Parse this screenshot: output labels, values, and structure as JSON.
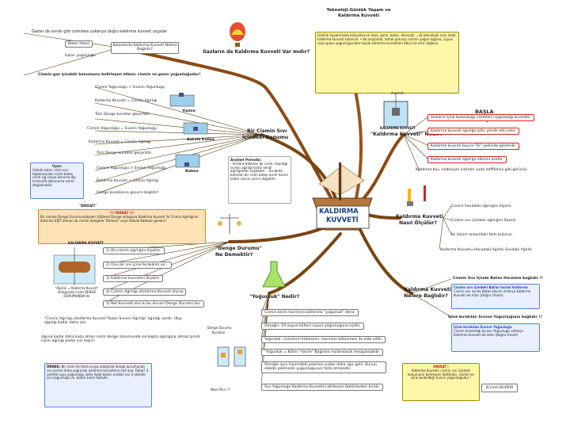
{
  "title_top": "Teknoloji-Günlük Yaşam ve Kaldırma Kuvveti",
  "top_note": "Günlük hayatımızda kolaylıkla en azak, gemi, balon, denizaltı ...vb teknolojik araç larda kaldırma kuvveti kullanılır. • Ve araçlarda; temel prensip cisimin yoğun luğuna, suyun veya gazın yoğunluğundan küçük kaldırma kuvvetinin etkisi ile artır sağlanır.",
  "start": {
    "label1": "BAŞLA",
    "label2": ":)"
  },
  "center": {
    "line1": "KALDIRMA",
    "line2": "KUVVETİ"
  },
  "left_top": {
    "header": "Gazlar da sıvılar gibi cisimlere yukarıya doğru kaldırma kuvveti uygular",
    "balloon_label": "Balon İdeali",
    "balloon_sub": "Balonlarda Kaldırma Kuvveti Nelere Bağlıdır?",
    "gas_density": "Gazın yoğunluğu",
    "branch": "Gazların da Kaldırma Kuvveti Var mıdır?",
    "footer": "Cismin gaz içindeki konumunu belirleyen etken; cismin ve gazın yoğunluğudur!"
  },
  "liquid_pos": {
    "branch_line1": "Bir Cismin Sıvı",
    "branch_line2": "İçindeki Konumu",
    "rows": [
      "Cismin Yoğunluğu < Sıvının Yoğunluğu",
      "Kaldırma Kuvveti = Cismin Ağırlığı",
      "Tüm Denge kuralları geçerlidir.",
      "Cismin Yoğunluğu = Sıvının Yoğunluğu",
      "Kaldırma Kuvveti = Cismin Ağırlığı",
      "Tüm Denge kuralları geçerlidir.",
      "Cismin Yoğunluğu > Sıvının Yoğunluğu",
      "Kaldırma Kuvveti < Cismin Ağırlığı",
      "Denge kurallarına geçerli değildir!"
    ],
    "labels": [
      "Yüzme",
      "Askıda Kalma",
      "Batma"
    ],
    "side_note_title": "Uyarı",
    "side_note": "Askıda kalan cisim sıvı tabakasından cisim batan cisim sığ sıvıya konursa dip kısmında dokunursa sonra değiştirebilir.",
    "principle_title": "Arşimet Prensibi:",
    "principle": "- Sıvılara batırılan bir cisim, taşırdığı sıvının ağırlığı kadar kendi ağırlığından kaybeder. - Sıvılarda batırılan bir cisim batan kısım hacmi kadar sıvının yerini değiştirir."
  },
  "right_top": {
    "archimedes_label": "Arşimet",
    "archimedes_caption": "KALDIRMA KUVVETİ",
    "branch": "\"Kaldırma Kuvveti\" Nedir?",
    "rows": [
      "Sıvıların içine bulunduğu cisimlere uyguladığı kuvvettir.",
      "Kaldırma kuvveti ağırlığa zıttır yönde etki eder.",
      "Kaldırma kuvveti boyca \"Fk\" şeklinde gösterilir.",
      "Kaldırma kuvveti ağırlığa etkisini azaltır.",
      "Kaldırma Kuv. nedeniyle cisimler suda hafiflemiş gibi görünür."
    ]
  },
  "measure": {
    "branch_line1": "Kaldırma Kuvveti",
    "branch_line2": "Nasıl Ölçülür?",
    "rows": [
      "Cismin havadaki ağırlığını ölçeriz",
      "Cismin sıvı içindeki ağırlığını ölçeriz",
      "İki ölçüm arasındaki farkı buluruz.",
      "Kaldırma Kuvveti=Havadaki Ağırlık–Sıvıdaki Ağırlık"
    ]
  },
  "warning": {
    "title": "\"DİKKAT!\"",
    "heading": "!!! DİKKAT !!!",
    "body": "Bir cisimle Denge Durumundayken; Kütlesel Denge olduğuna Kaldırma Kuvveti ile Cismin Ağırlığının birbirine EŞİT olması da cismin dengede \"Kümesi\" veya Askıda Kalması gerekir!"
  },
  "balance": {
    "branch_line1": "\"Denge Durumu\"",
    "branch_line2": "Ne Demektir?",
    "items": [
      "1) Bir cismin ağırlığını ölçelim.",
      "2) Onu bir sıvı içine bırakalım ve...",
      "3) Kaldırma kuvvetini ölçelim.",
      "4) Cismin Ağırlığı=Kaldırma Kuvveti olursa",
      "5) Net Kuvvetli olur ki bu durum Denge Durumu'dur."
    ],
    "image_label": "KALDIRMA KUVVETİ",
    "caption": "\"Ağırlık = Kaldırma Kuvvet\" olduğunda cisim DENGE DURUMUNDA'dır",
    "footer": "\"Cismin Ağırlığı=Kaldırma Kuvveti\"Yazan Sıvının Ağırlığı\" ağırlığı vardır. (Kuş ağırlığı kadar daha ise)",
    "footer2": "Ağırsa kadar daha kaza ahlan cisim denge durumunda ise kopta ağırlığına atmaz şimdi cisim ağırlığı kadar sıvı taşırır",
    "conditions_label1": "Denge Durumu",
    "conditions_label2": "Kuralları",
    "how_label": "Nasıl Olur ??"
  },
  "density": {
    "branch": "\"Yoğunluk\" Nedir?",
    "rows": [
      "Cismin birim hacminin kütlesine \"yoğunluk\" denir.",
      "Örneğin: 1lt suyun kütlesi suyun yoğunluğuna eşittir.",
      "Yoğunluk: cisimlerin kütlesinin, hacmine bölünmesi ile elde edilir.",
      "\"Yoğunluk = Kütle / Hacim\" Bağıntısı kullanılarak hesaplanabilir.",
      "Örneğin aynı hacimdeki pekmez sudan daha ağır gelir. Bunun sebebi pekmezin yoğunluğunun fazla olmasıdır.",
      "Sıvı Yoğunluğu Kaldırma Kuvvetini etkileyen faktörlerden biridir."
    ],
    "ornek_title": "ÖRNEK:",
    "ornek": "Bir cisim ile farklı sıvıya aldığında denge durumunda sıvı yerine daha yoğunluk kaldırma kuvvetinin eşit olur. Daha? 2 şekilde suya yoğunluğu daha fazla batan sıvıdan sıvı 2 şekilde sıvı yoğunluğu ve, batan kısım fazladır."
  },
  "factors": {
    "branch_line1": "Kaldırma Kuvveti",
    "branch_line2": "Nelere Bağlıdır?",
    "row1": "Cismin Sıvı İçinde Batan Hacmine bağlıdır !!",
    "note1_title": "Cismin sıvı içindeki Batan hacmi kaldırma",
    "note1": "Cismin sıvı içinde Batan Hacmi arttıkça Kaldırma Kuvveti de artar (Doğru Orantı)",
    "row2": "İçine bırakılan Sıvının Yoğunluğuna bağlıdır !!",
    "note2_title": "İçine bırakılan Sıvının Yoğunluğu",
    "note2": "Cismin bırakıldığı Sıvının Yoğunluğu arttıkça Kaldırma Kuvveti de artar (Doğru Orantı)",
    "bottom_title": "DİKKAT !",
    "bottom": "Kaldırma Kuvveti; cismin sıvı içindeki konumunu belirleyen faktördür, cismin ne içine bırakıldığı sıvının yoğunluğudur !",
    "signature": "N.Cem BOZKIR"
  },
  "colors": {
    "accent_red": "#c81414",
    "accent_blue": "#1a47b8",
    "branch_brown": "#7a4412",
    "note_yellow": "#fff6a8"
  }
}
